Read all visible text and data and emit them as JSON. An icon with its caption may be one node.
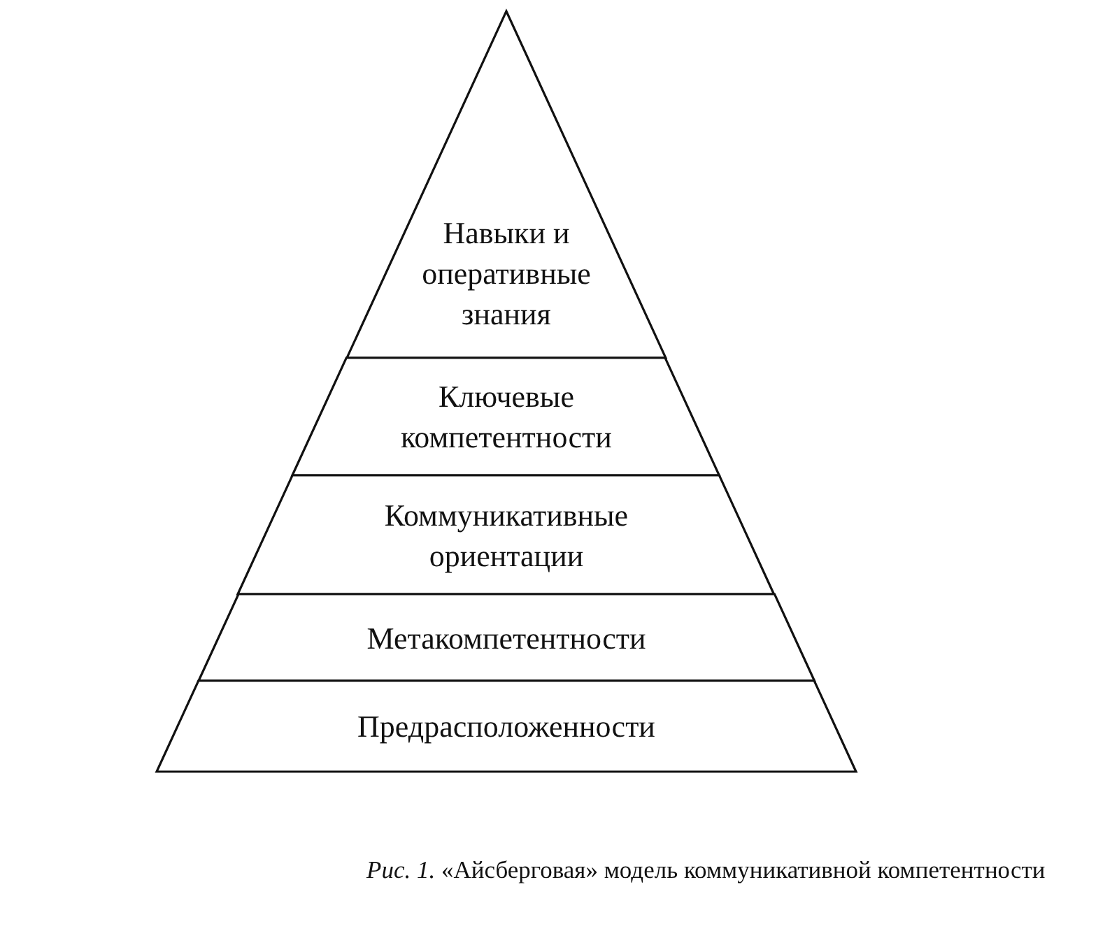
{
  "diagram": {
    "caption": "*Рис. 1.* «Айсберговая» модель коммуникативной компетентности",
    "nodes": [
      {
        "text": [
          "Навыки и оперативные знания"
        ]
      },
      {
        "text": [
          "Ключевые компетентности"
        ]
      },
      {
        "text": [
          "Коммуникативные ориентации"
        ]
      },
      {
        "text": [
          "Метакомпетентности"
        ]
      },
      {
        "text": [
          "Предрасположенности"
        ]
      }
    ]
  }
}
